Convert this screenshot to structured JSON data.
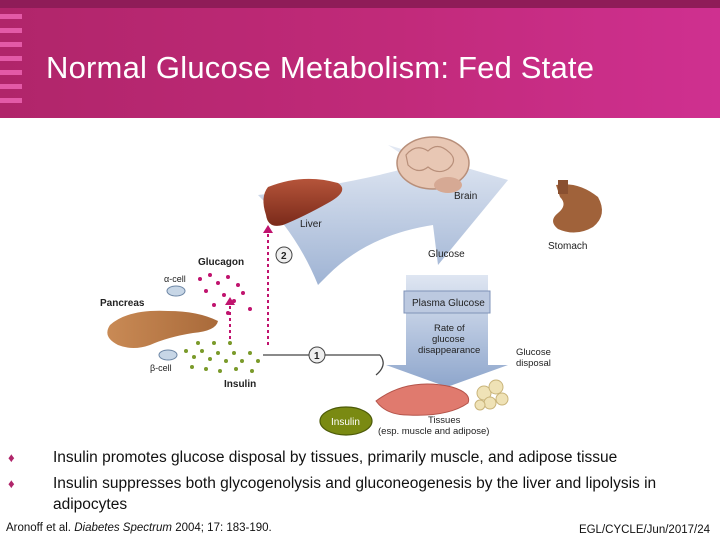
{
  "slide": {
    "title": "Normal Glucose Metabolism: Fed State"
  },
  "diagram": {
    "brain": "Brain",
    "liver": "Liver",
    "stomach": "Stomach",
    "glucose": "Glucose",
    "plasma_glucose": "Plasma Glucose",
    "rate_line1": "Rate of",
    "rate_line2": "glucose",
    "rate_line3": "disappearance",
    "glucose_disposal_line1": "Glucose",
    "glucose_disposal_line2": "disposal",
    "glucagon": "Glucagon",
    "alpha_cell": "α-cell",
    "beta_cell": "β-cell",
    "pancreas": "Pancreas",
    "insulin": "Insulin",
    "insulin_badge": "Insulin",
    "step1": "1",
    "step2": "2",
    "tissues_line1": "Tissues",
    "tissues_line2": "(esp. muscle and adipose)"
  },
  "bullets": [
    "Insulin promotes glucose disposal by tissues, primarily muscle, and adipose tissue",
    "Insulin suppresses both glycogenolysis and gluconeogenesis by the liver and lipolysis in adipocytes"
  ],
  "footer": {
    "citation_author": "Aronoff et al.",
    "citation_journal": "Diabetes Spectrum",
    "citation_rest": "2004; 17: 183-190.",
    "code": "EGL/CYCLE/Jun/2017/24"
  },
  "colors": {
    "header": "#c12a7a",
    "accent": "#b0256a",
    "arrow": "#9fb4d6",
    "insulin_dots": "#7a9a2a",
    "glucagon_dots": "#c0136e"
  }
}
